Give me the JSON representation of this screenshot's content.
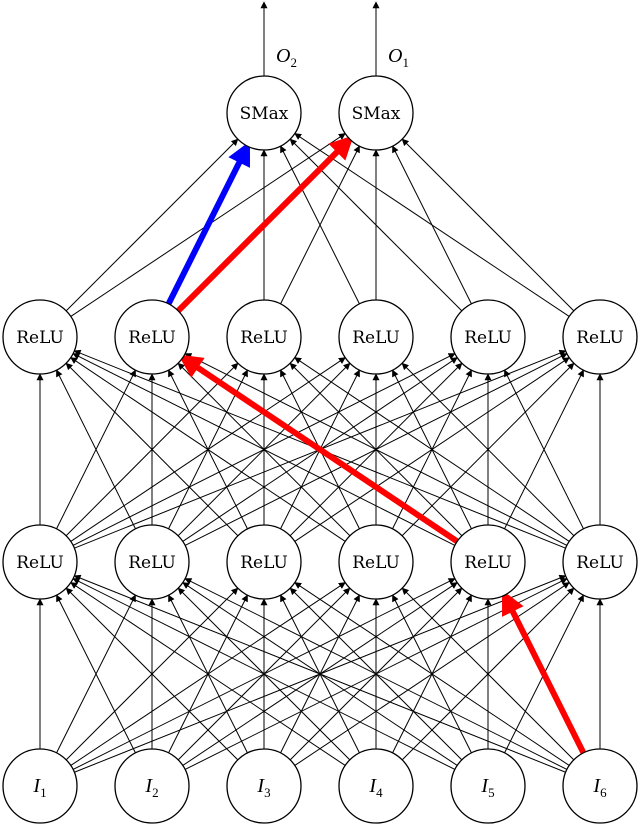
{
  "layers": {
    "input": [
      "I1",
      "I2",
      "I3",
      "I4",
      "I5",
      "I6"
    ],
    "hidden1": [
      "ReLU",
      "ReLU",
      "ReLU",
      "ReLU",
      "ReLU",
      "ReLU"
    ],
    "hidden2": [
      "ReLU",
      "ReLU",
      "ReLU",
      "ReLU",
      "ReLU",
      "ReLU"
    ],
    "output": [
      "SMax",
      "SMax"
    ]
  },
  "output_labels": [
    "O2",
    "O1"
  ],
  "highlighted_paths": [
    {
      "color": "#ff0000",
      "edges": [
        {
          "from": "input.5",
          "to": "hidden1.4"
        },
        {
          "from": "hidden1.4",
          "to": "hidden2.1"
        },
        {
          "from": "hidden2.1",
          "to": "output.1"
        }
      ]
    },
    {
      "color": "#0000ff",
      "edges": [
        {
          "from": "hidden2.1",
          "to": "output.0"
        }
      ]
    }
  ],
  "colors": {
    "edge": "#000000",
    "node_stroke": "#000000",
    "node_fill": "#ffffff"
  }
}
